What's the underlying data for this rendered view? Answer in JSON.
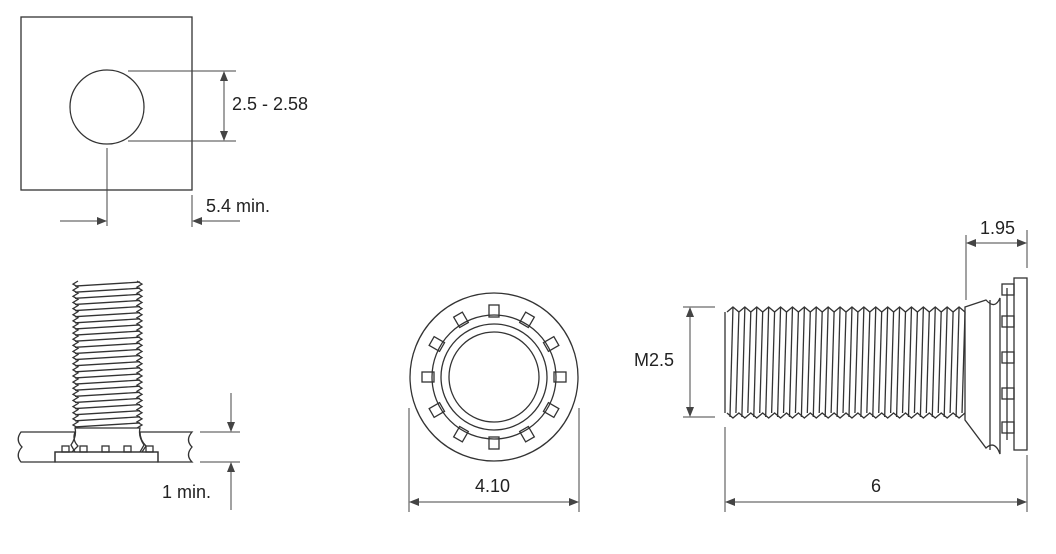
{
  "title": "Self-clinching stud M2.5 mounting dimensions",
  "dimensions": {
    "hole_diameter": "2.5 - 2.58",
    "centerline_to_edge": "5.4 min.",
    "sheet_thickness": "1 min.",
    "head_diameter": "4.10",
    "thread": "M2.5",
    "length": "6",
    "head_height": "1.95"
  },
  "colors": {
    "sheet": "#d9d9d9",
    "line": "#333333"
  }
}
